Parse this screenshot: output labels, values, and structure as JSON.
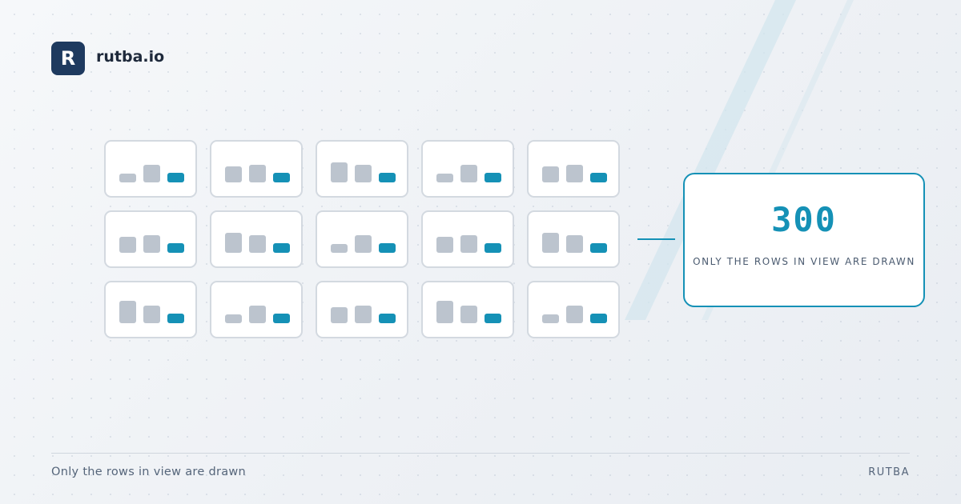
{
  "brand": {
    "logo_letter": "R",
    "name": "rutba.io"
  },
  "callout": {
    "number": "300",
    "caption": "ONLY THE ROWS IN VIEW ARE DRAWN"
  },
  "footer": {
    "tagline": "Only the rows in view are drawn",
    "brand_mark": "RUTBA"
  },
  "colors": {
    "accent": "#1591b6",
    "brand_dark": "#1e3a5f",
    "bar_grey": "#bcc4ce",
    "card_border": "#d3d9e0"
  },
  "grid": {
    "rows": 3,
    "columns": 5,
    "card_levels": [
      [
        0.4,
        0.8
      ],
      [
        0.7,
        0.8
      ],
      [
        0.9,
        0.8
      ],
      [
        0.4,
        0.8
      ],
      [
        0.7,
        0.8
      ],
      [
        0.7,
        0.8
      ],
      [
        0.9,
        0.8
      ],
      [
        0.4,
        0.8
      ],
      [
        0.7,
        0.8
      ],
      [
        0.9,
        0.8
      ],
      [
        1.0,
        0.8
      ],
      [
        0.4,
        0.8
      ],
      [
        0.7,
        0.8
      ],
      [
        1.0,
        0.8
      ],
      [
        0.4,
        0.8
      ]
    ]
  }
}
